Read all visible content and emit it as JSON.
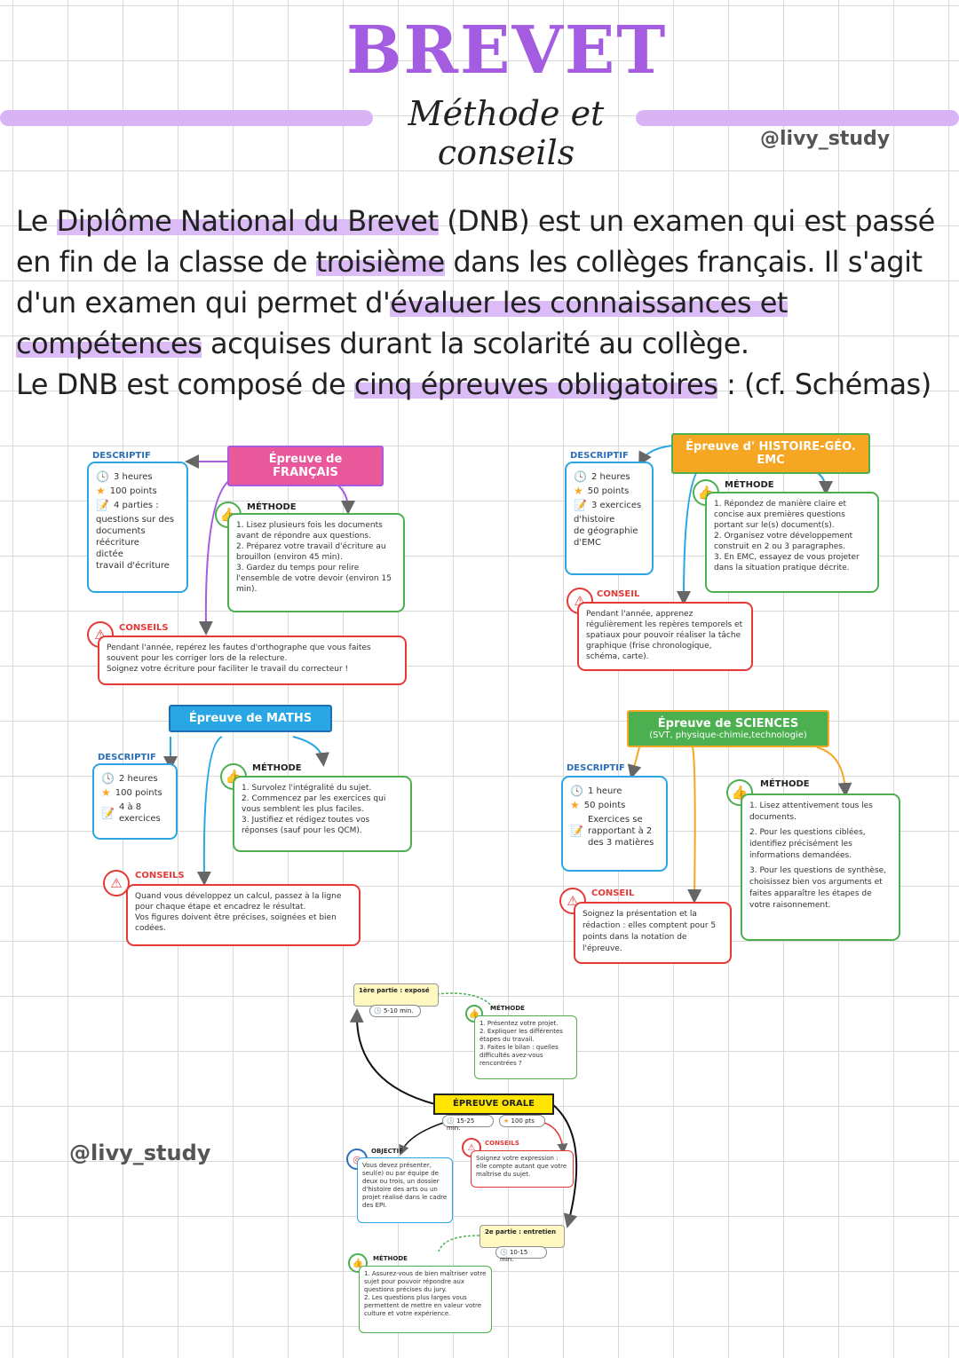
{
  "header": {
    "title": "BREVET",
    "subtitle": "Méthode et conseils",
    "handle": "@livy_study"
  },
  "intro": {
    "p1_a": "Le ",
    "p1_m1": "Diplôme National du Brevet",
    "p1_b": " (DNB) est un examen qui est passé en fin de la classe de ",
    "p1_m2": "troisième",
    "p1_c": " dans les collèges français. Il s'agit d'un examen qui permet d'",
    "p1_m3": "évaluer les connaissances et compétences",
    "p1_d": " acquises durant la scolarité au collège.",
    "p2_a": "Le DNB est composé de ",
    "p2_m": "cinq épreuves obligatoires",
    "p2_b": " : (cf. Schémas)"
  },
  "labels": {
    "descriptif": "DESCRIPTIF",
    "methode": "MÉTHODE",
    "conseils": "CONSEILS",
    "conseil": "CONSEIL"
  },
  "francais": {
    "title": "Épreuve de FRANÇAIS",
    "duration": "3 heures",
    "points": "100 points",
    "parts": "4 parties :",
    "parts_list": [
      "questions sur des documents",
      "réécriture",
      "dictée",
      "travail d'écriture"
    ],
    "methode": [
      "1. Lisez plusieurs fois les documents avant de répondre aux questions.",
      "2. Préparez votre travail d'écriture au brouillon (environ 45 min).",
      "3. Gardez du temps pour relire l'ensemble de votre devoir (environ 15 min)."
    ],
    "conseils": [
      "Pendant l'année, repérez les fautes d'orthographe que vous faites souvent pour les corriger lors de la relecture.",
      "Soignez votre écriture pour faciliter le travail du correcteur !"
    ]
  },
  "histoire": {
    "title": "Épreuve d' HISTOIRE-GÉO. EMC",
    "duration": "2 heures",
    "points": "50 points",
    "parts": "3 exercices",
    "parts_list": [
      "d'histoire",
      "de géographie",
      "d'EMC"
    ],
    "methode": [
      "1. Répondez de manière claire et concise aux premières questions portant sur le(s) document(s).",
      "2. Organisez votre développement construit en 2 ou 3 paragraphes.",
      "3. En EMC, essayez de vous projeter dans la situation pratique décrite."
    ],
    "conseil": "Pendant l'année, apprenez régulièrement les repères temporels et spatiaux pour pouvoir réaliser la tâche graphique (frise chronologique, schéma, carte)."
  },
  "maths": {
    "title": "Épreuve de MATHS",
    "duration": "2 heures",
    "points": "100 points",
    "parts": "4 à 8 exercices",
    "methode": [
      "1. Survolez l'intégralité du sujet.",
      "2. Commencez par les exercices qui vous semblent les plus faciles.",
      "3. Justifiez et rédigez toutes vos réponses (sauf pour les QCM)."
    ],
    "conseils": [
      "Quand vous développez un calcul, passez à la ligne pour chaque étape et encadrez le résultat.",
      "Vos figures doivent être précises, soignées et bien codées."
    ]
  },
  "sciences": {
    "title": "Épreuve de SCIENCES",
    "subtitle": "(SVT, physique-chimie,technologie)",
    "duration": "1 heure",
    "points": "50 points",
    "parts": "Exercices se rapportant à 2 des 3 matières",
    "methode": [
      "1. Lisez attentivement tous les documents.",
      "2. Pour les questions ciblées, identifiez précisément les informations demandées.",
      "3. Pour les questions de synthèse, choisissez bien vos arguments et faites apparaître les étapes de votre raisonnement."
    ],
    "conseil": "Soignez la présentation et la rédaction : elles comptent pour 5 points dans la notation de l'épreuve."
  },
  "orale": {
    "title": "ÉPREUVE ORALE",
    "duration": "15-25 min.",
    "points": "100 pts",
    "part1": "1ère partie : exposé",
    "part1_time": "5-10 min.",
    "part2": "2e partie : entretien",
    "part2_time": "10-15 min.",
    "objectif_label": "OBJECTIF",
    "objectif": "Vous devez présenter, seul(e) ou par équipe de deux ou trois, un dossier d'histoire des arts ou un projet réalisé dans le cadre des EPI.",
    "methode1": [
      "1. Présentez votre projet.",
      "2. Expliquer les différentes étapes du travail.",
      "3. Faites le bilan : quelles difficultés avez-vous rencontrées ?"
    ],
    "conseil": "Soignez votre expression : elle compte autant que votre maîtrise du sujet.",
    "methode2": [
      "1. Assurez-vous de bien maîtriser votre sujet pour pouvoir répondre aux questions précises du jury.",
      "2. Les questions plus larges vous permettent de mettre en valeur votre culture et votre expérience."
    ]
  },
  "colors": {
    "purple": "#a45ce0",
    "highlight": "#dcbcf6",
    "pink": "#e8589a",
    "orange": "#f5a623",
    "blue": "#29a6e3",
    "green": "#4caf50",
    "red": "#e53935",
    "yellow": "#ffe600"
  }
}
